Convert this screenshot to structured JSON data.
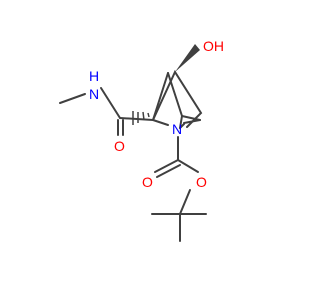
{
  "molecule": {
    "atoms": {
      "hydroxyl": "OH",
      "amide_nitrogen": "N",
      "amide_hydrogen": "H",
      "amide_oxygen": "O",
      "ring_nitrogen": "N",
      "carbonyl_oxygen": "O",
      "ester_oxygen": "O"
    }
  },
  "colors": {
    "bond": "#404040",
    "oxygen": "#ff0000",
    "nitrogen": "#0000ff"
  }
}
